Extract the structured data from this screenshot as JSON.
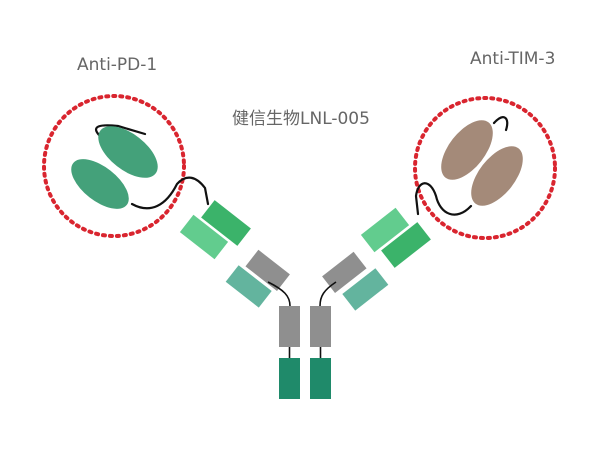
{
  "labels": {
    "left": "Anti-PD-1",
    "right": "Anti-TIM-3",
    "center": "健信生物LNL-005"
  },
  "colors": {
    "ring": "#d9252f",
    "green_dark": "#3bb36a",
    "green_light": "#62cc8e",
    "teal": "#63b49e",
    "gray": "#8f8f8f",
    "stem": "#1f8a6a",
    "pd1_domain": "#44a17a",
    "tim3_domain": "#a48a79",
    "linker": "#111111",
    "text": "#666666"
  }
}
